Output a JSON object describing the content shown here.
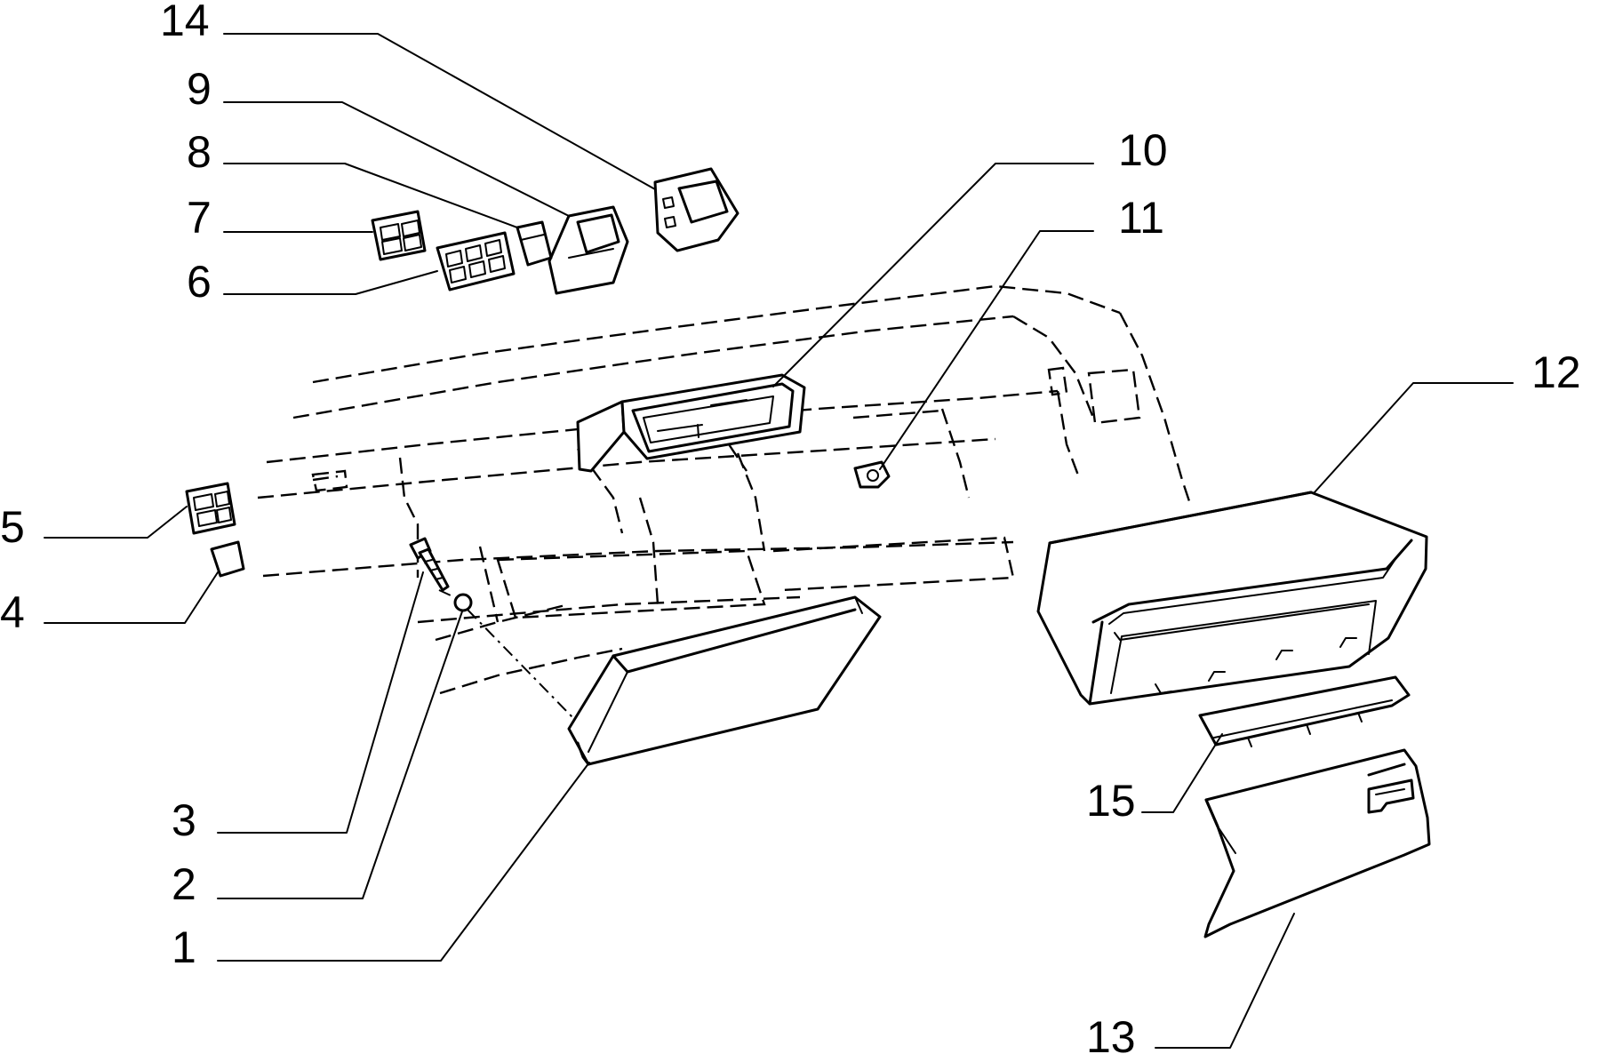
{
  "diagram": {
    "callouts": [
      {
        "id": "14",
        "label": "14"
      },
      {
        "id": "9",
        "label": "9"
      },
      {
        "id": "8",
        "label": "8"
      },
      {
        "id": "7",
        "label": "7"
      },
      {
        "id": "6",
        "label": "6"
      },
      {
        "id": "10",
        "label": "10"
      },
      {
        "id": "11",
        "label": "11"
      },
      {
        "id": "12",
        "label": "12"
      },
      {
        "id": "5",
        "label": "5"
      },
      {
        "id": "4",
        "label": "4"
      },
      {
        "id": "3",
        "label": "3"
      },
      {
        "id": "2",
        "label": "2"
      },
      {
        "id": "1",
        "label": "1"
      },
      {
        "id": "15",
        "label": "15"
      },
      {
        "id": "13",
        "label": "13"
      }
    ]
  }
}
